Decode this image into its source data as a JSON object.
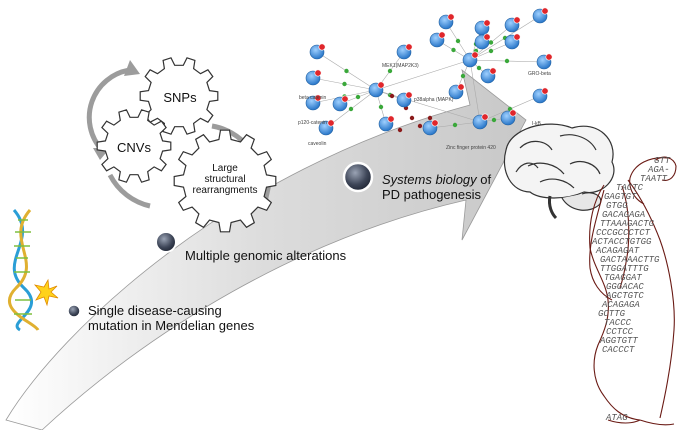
{
  "stages": {
    "mendelian_line1": "Single disease-causing",
    "mendelian_line2": "mutation in Mendelian genes",
    "genomic": "Multiple genomic alterations",
    "systems_italic": "Systems biology",
    "systems_rest": " of",
    "systems_line2": "PD pathogenesis"
  },
  "gears": {
    "snps": "SNPs",
    "cnvs": "CNVs",
    "large_line1": "Large",
    "large_line2": "structural",
    "large_line3": "rearrangments"
  },
  "network": {
    "labels": [
      "MEK1(MAP2K3)",
      "beta catenin",
      "p120-catenin",
      "p38alpha (MAPK)",
      "caveolin",
      "Zinc finger protein 420",
      "GRO-beta",
      "I-kB"
    ]
  },
  "dna_text": [
    "GTT",
    "AGA-",
    "TAATT",
    "TACTC",
    "GAGTGT",
    "GTGG",
    "GACAGAGA",
    "TTAAAGACTG",
    "CCCGCCCTCT",
    "ACTACCTGTGG",
    "ACAGAGAT",
    "GACTAAACTTG",
    "TTGGATTTG",
    "TGAGGAT",
    "GGGACAC",
    "AGCTGTC",
    "ACAGAGA",
    "GCTTG",
    "TACCC",
    "CCTCC",
    "AGGTGTT",
    "CACCCT",
    "ATAG"
  ],
  "colors": {
    "arrow_fill": "#d6d6d6",
    "arrow_edge": "#9a9a9a",
    "gear_stroke": "#333333",
    "node_blue": "#3a8fd8",
    "node_red": "#e0262b",
    "edge_green": "#3aa83a"
  }
}
